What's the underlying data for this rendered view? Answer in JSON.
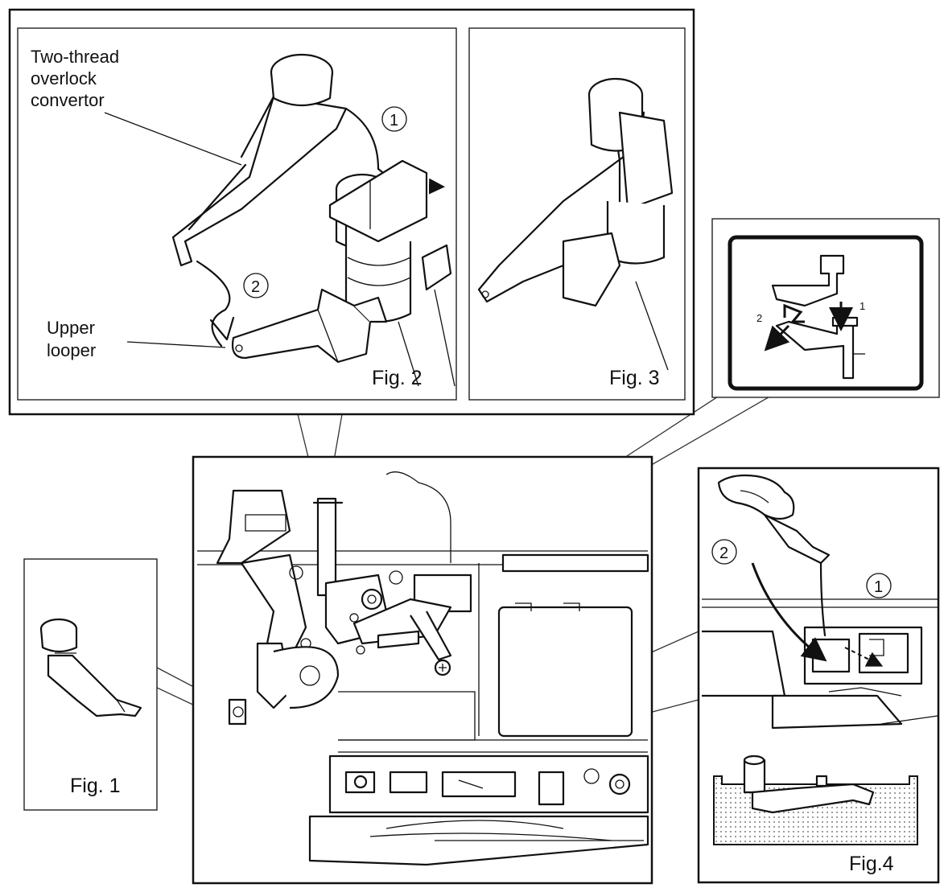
{
  "labels": {
    "convertor": [
      "Two-thread",
      "overlock",
      "convertor"
    ],
    "looper": [
      "Upper",
      "looper"
    ],
    "step1": "①",
    "step2": "②",
    "inset_step1": "1",
    "inset_step2": "2"
  },
  "figures": {
    "fig1": "Fig. 1",
    "fig2": "Fig. 2",
    "fig3": "Fig. 3",
    "fig4": "Fig.4"
  }
}
